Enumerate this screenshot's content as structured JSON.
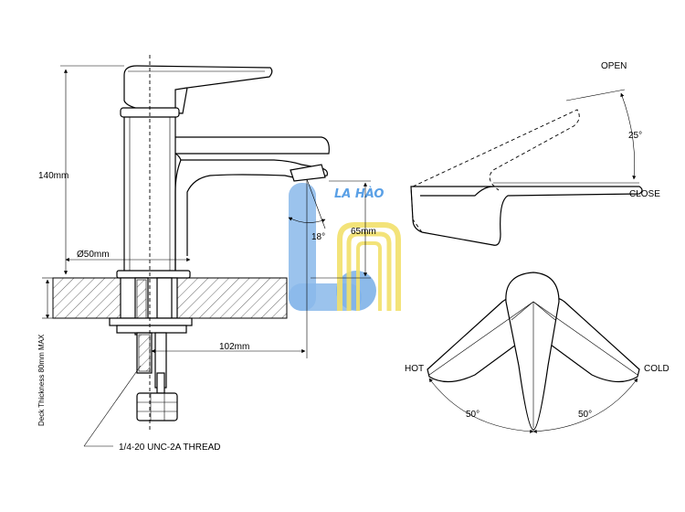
{
  "labels": {
    "height": "140mm",
    "diameter": "Ø50mm",
    "reach": "102mm",
    "spout_height": "65mm",
    "spout_angle": "18°",
    "deck_thickness": "Deck Thickness 80mm MAX",
    "thread": "1/4-20 UNC-2A THREAD",
    "open": "OPEN",
    "close": "CLOSE",
    "lever_angle": "25°",
    "hot": "HOT",
    "cold": "COLD",
    "hot_angle": "50°",
    "cold_angle": "50°"
  },
  "watermark": {
    "text": "LA HÀO",
    "colors": {
      "blue": "#7fb3e8",
      "yellow": "#f2e06a"
    }
  }
}
